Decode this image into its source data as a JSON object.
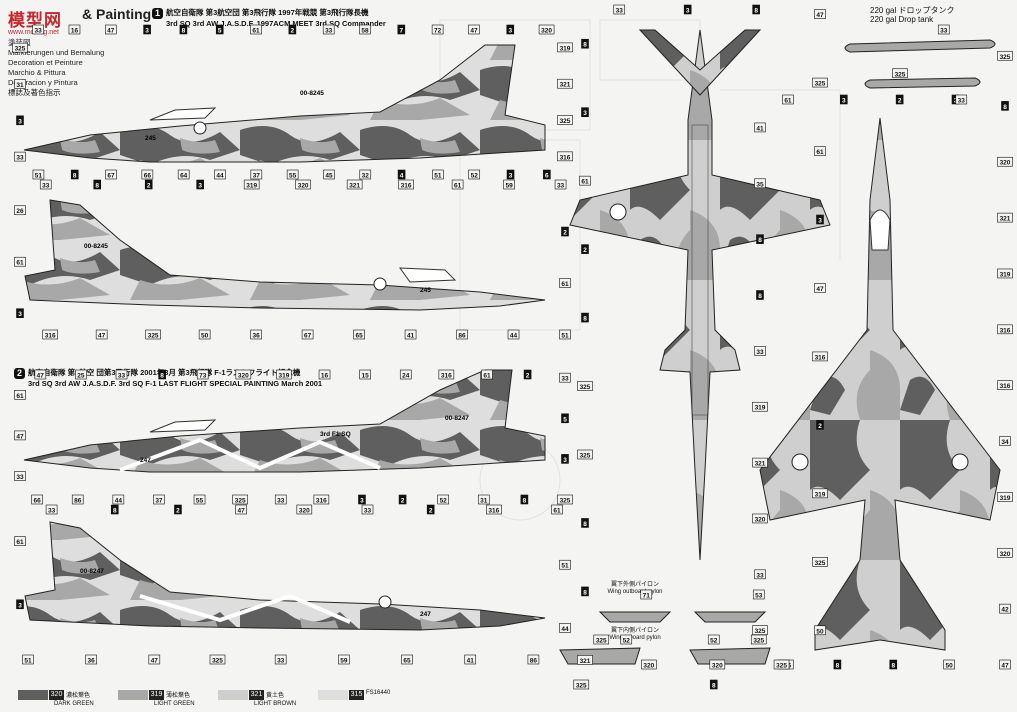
{
  "header": {
    "logo_text": "模型网",
    "title": "& Painting",
    "subtitle": "www.moxing.net",
    "lines": [
      "塗装図",
      "Markierungen und Bemalung",
      "Decoration et Peinture",
      "Marchio & Pittura",
      "Decoracion y Pintura",
      "標誌及著色指示"
    ]
  },
  "schemes": [
    {
      "number": "1",
      "jp": "航空自衛隊 第3航空団 第3飛行隊 1997年戦競 第3飛行隊長機",
      "en": "3rd SQ 3rd AW J.A.S.D.F. 1997ACM MEET 3rd SQ Commander"
    },
    {
      "number": "2",
      "jp": "航空自衛隊 第3航空 団第3飛行隊 2001年3月 第3飛行隊 F-1ラストフライト記念機",
      "en": "3rd SQ 3rd AW J.A.S.D.F. 3rd SQ F-1 LAST FLIGHT SPECIAL PAINTING March 2001"
    }
  ],
  "aircraft_markings": {
    "serial_a": "00-8245",
    "nose_a": "245",
    "serial_b": "00-8247",
    "nose_b": "247",
    "tail_text": "3rd F1 SQ"
  },
  "drop_tank": {
    "jp": "220 gal ドロップタンク",
    "en": "220 gal Drop tank"
  },
  "pylons": [
    {
      "jp": "翼下外側パイロン",
      "en": "Wing outboard pylon"
    },
    {
      "jp": "翼下内側パイロン",
      "en": "Wing inboard pylon"
    }
  ],
  "legend": [
    {
      "code": "320",
      "jp": "濃松葉色",
      "name": "DARK GREEN",
      "color": "#5f5f5f"
    },
    {
      "code": "319",
      "jp": "薄松葉色",
      "name": "LIGHT GREEN",
      "color": "#a8a8a8"
    },
    {
      "code": "321",
      "jp": "黄土色",
      "name": "LIGHT BROWN",
      "color": "#cfcfcf"
    },
    {
      "code": "315",
      "jp": "",
      "name": "FS16440",
      "color": "#dedede"
    }
  ],
  "callouts": {
    "side1": [
      "33",
      "16",
      "47",
      "3",
      "8",
      "5",
      "61",
      "2",
      "33",
      "58",
      "7",
      "72",
      "47",
      "3",
      "320",
      "319",
      "321",
      "325",
      "316",
      "6",
      "3",
      "52",
      "51",
      "4",
      "32",
      "45",
      "55",
      "37",
      "44",
      "64",
      "66",
      "67",
      "8",
      "51",
      "33",
      "3",
      "31",
      "325"
    ],
    "side2": [
      "33",
      "8",
      "2",
      "3",
      "319",
      "320",
      "321",
      "316",
      "61",
      "59",
      "33",
      "2",
      "61",
      "51",
      "44",
      "86",
      "41",
      "65",
      "67",
      "36",
      "50",
      "325",
      "47",
      "316",
      "3",
      "61",
      "26"
    ],
    "side3": [
      "47",
      "25",
      "33",
      "8",
      "73",
      "320",
      "319",
      "16",
      "15",
      "24",
      "316",
      "61",
      "2",
      "33",
      "5",
      "3",
      "325",
      "8",
      "31",
      "52",
      "2",
      "3",
      "316",
      "33",
      "325",
      "55",
      "37",
      "44",
      "86",
      "66",
      "33",
      "47",
      "61"
    ],
    "side4": [
      "33",
      "8",
      "2",
      "47",
      "320",
      "33",
      "2",
      "316",
      "61",
      "51",
      "44",
      "86",
      "41",
      "65",
      "59",
      "33",
      "325",
      "47",
      "36",
      "51",
      "3",
      "61"
    ],
    "top": [
      "33",
      "3",
      "8",
      "47",
      "325",
      "61",
      "3",
      "47",
      "316",
      "2",
      "319",
      "325",
      "50",
      "316",
      "320",
      "320",
      "321",
      "8",
      "8",
      "325",
      "325",
      "8",
      "2",
      "61",
      "3",
      "8"
    ],
    "bottom": [
      "61",
      "3",
      "2",
      "3",
      "8",
      "320",
      "321",
      "319",
      "316",
      "316",
      "34",
      "319",
      "320",
      "42",
      "47",
      "50",
      "8",
      "8",
      "325",
      "325",
      "33",
      "320",
      "321",
      "319",
      "33",
      "8",
      "8",
      "35",
      "41"
    ],
    "tank": [
      "33",
      "325",
      "33",
      "325"
    ],
    "pylon_a": [
      "71",
      "53",
      "52",
      "325"
    ],
    "pylon_b": [
      "52",
      "325",
      "8",
      "325"
    ]
  }
}
